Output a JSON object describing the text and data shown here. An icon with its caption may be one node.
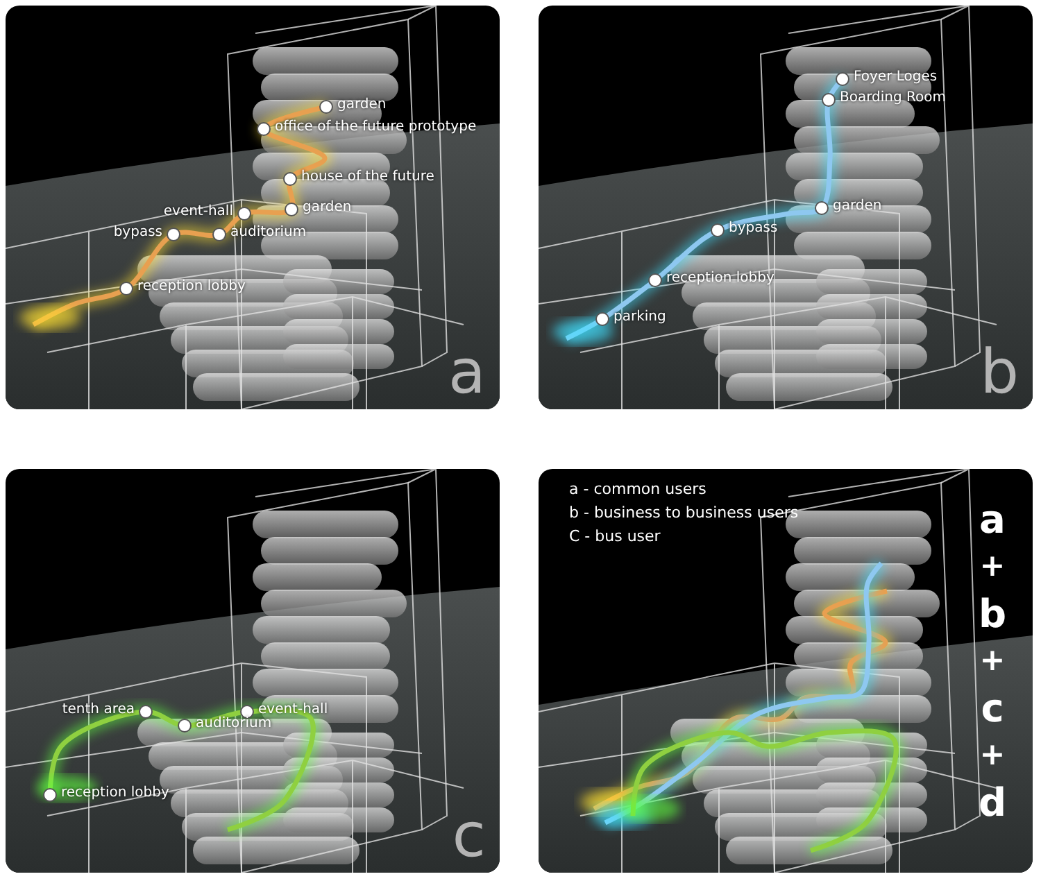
{
  "diagram": {
    "nodes": [
      {
        "text": [
          "a"
        ]
      },
      {
        "text": [
          "b"
        ]
      },
      {
        "text": [
          "c"
        ]
      },
      {
        "text": [
          "a - common  users",
          "b - business to business users",
          "C - bus user",
          "a",
          "+",
          "b",
          "+",
          "c",
          "+",
          "d"
        ]
      }
    ],
    "edges": [],
    "labels": [
      "garden",
      "office of the future prototype",
      "house of the future",
      "event-hall",
      "garden",
      "bypass",
      "auditorium",
      "reception lobby",
      "Foyer Loges",
      "Boarding Room",
      "garden",
      "bypass",
      "reception lobby",
      "parking",
      "tenth area",
      "auditorium",
      "event-hall",
      "reception lobby"
    ]
  }
}
